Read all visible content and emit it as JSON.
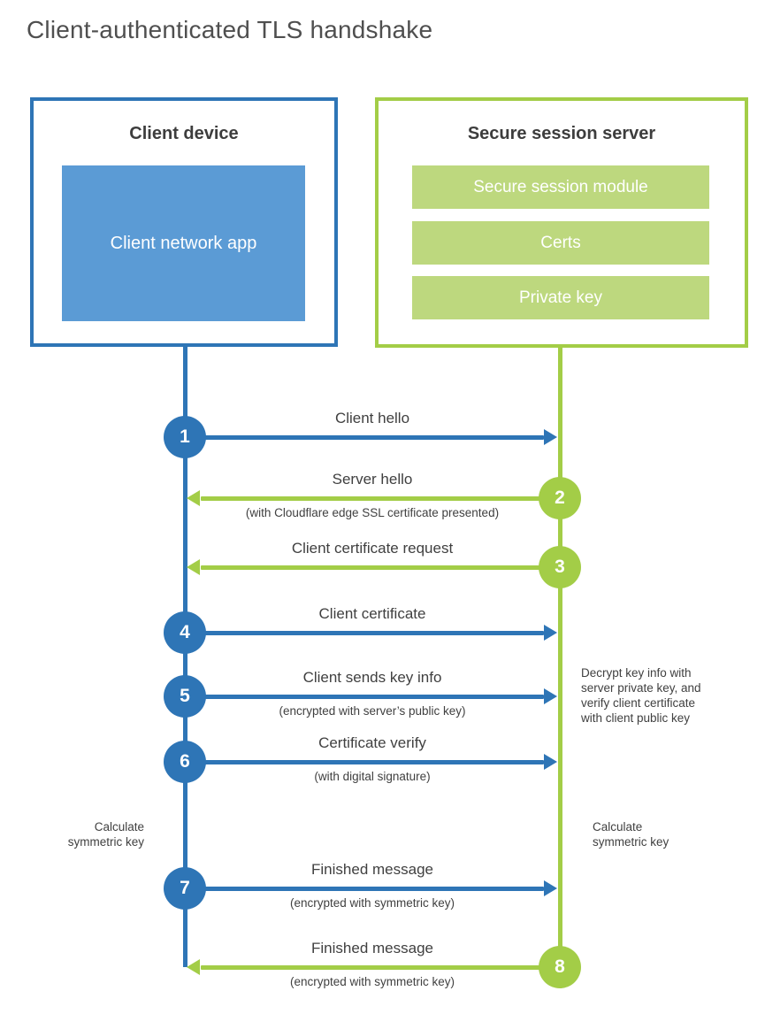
{
  "title": "Client-authenticated TLS handshake",
  "colors": {
    "blue": "#2e75b6",
    "blue_fill": "#5b9bd5",
    "green": "#a3cd47",
    "green_fill": "#bdd87e",
    "text": "#404040",
    "heading": "#3d3d3d",
    "title": "#4f4f4f"
  },
  "client_box": {
    "title": "Client device",
    "module": "Client network app"
  },
  "server_box": {
    "title": "Secure session server",
    "bars": [
      "Secure session module",
      "Certs",
      "Private key"
    ]
  },
  "steps": [
    {
      "num": "1",
      "label": "Client hello",
      "sublabel": "",
      "from": "client"
    },
    {
      "num": "2",
      "label": "Server hello",
      "sublabel": "(with Cloudflare edge SSL certificate presented)",
      "from": "server"
    },
    {
      "num": "3",
      "label": "Client certificate request",
      "sublabel": "",
      "from": "server"
    },
    {
      "num": "4",
      "label": "Client certificate",
      "sublabel": "",
      "from": "client"
    },
    {
      "num": "5",
      "label": "Client sends key info",
      "sublabel": "(encrypted with server’s public key)",
      "from": "client"
    },
    {
      "num": "6",
      "label": "Certificate verify",
      "sublabel": "(with digital signature)",
      "from": "client"
    },
    {
      "num": "7",
      "label": "Finished message",
      "sublabel": "(encrypted with symmetric key)",
      "from": "client"
    },
    {
      "num": "8",
      "label": "Finished message",
      "sublabel": "(encrypted with symmetric key)",
      "from": "server"
    }
  ],
  "annotations": {
    "left_note": "Calculate\nsymmetric key",
    "right_note": "Calculate\nsymmetric key",
    "decrypt_note": "Decrypt key info with\nserver private key, and\nverify client certificate\nwith client public key"
  }
}
